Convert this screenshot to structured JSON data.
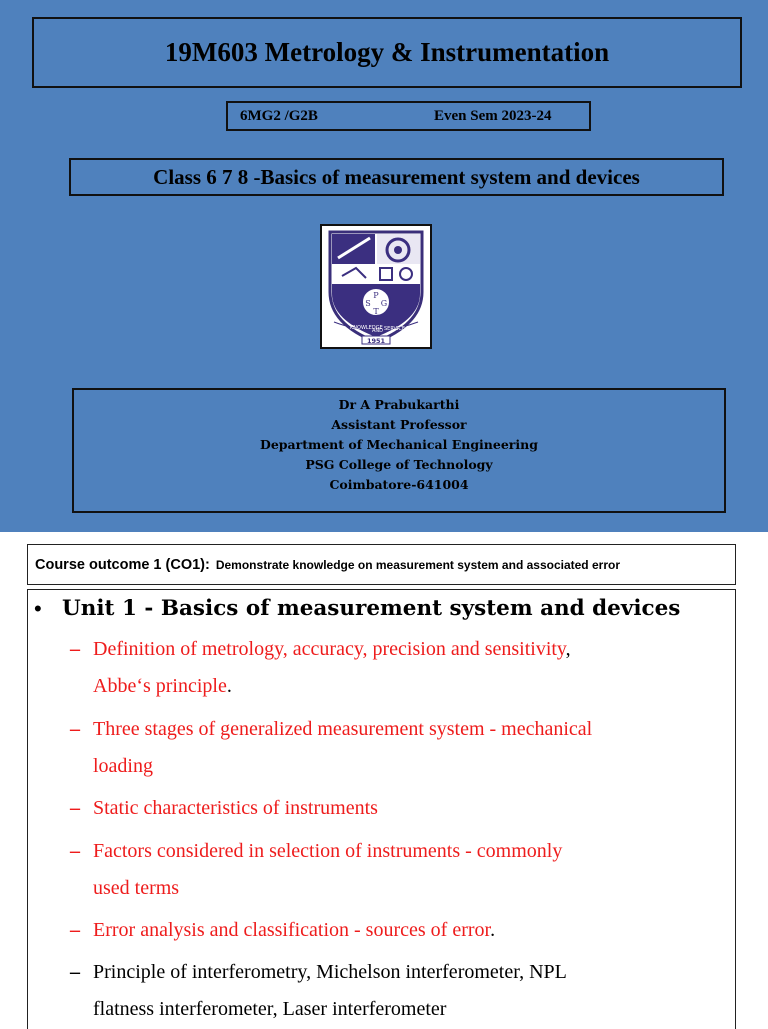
{
  "slide1": {
    "title": "19M603 Metrology & Instrumentation",
    "batch": "6MG2 /G2B",
    "semester": "Even Sem 2023-24",
    "class_title": "Class 6 7 8 -Basics of measurement system and devices",
    "logo": {
      "motto_left": "KNOWLEDGE",
      "motto_mid": "AND",
      "motto_right": "SERVICE",
      "year": "1951",
      "monogram_letters": [
        "P",
        "S",
        "G",
        "T"
      ]
    },
    "author": {
      "name": "Dr A Prabukarthi",
      "designation": "Assistant Professor",
      "department": "Department of Mechanical Engineering",
      "college": "PSG College of Technology",
      "city": "Coimbatore-641004"
    },
    "colors": {
      "background": "#4f81bd"
    }
  },
  "slide2": {
    "course_outcome_label": "Course outcome 1 (CO1):",
    "course_outcome_desc": "Demonstrate knowledge on measurement system and associated error",
    "bullet": "•",
    "unit_heading": "Unit 1 - Basics of measurement system and devices",
    "items": [
      {
        "dash": "–",
        "text": "Definition of metrology, accuracy, precision and sensitivity",
        "tail": ",",
        "line2": "Abbe‘s principle",
        "line2_tail": "."
      },
      {
        "dash": "–",
        "text": "Three stages of generalized measurement system - mechanical",
        "line2": "loading"
      },
      {
        "dash": "–",
        "text": "Static characteristics of instruments"
      },
      {
        "dash": "–",
        "text": "Factors considered in selection of instruments - commonly",
        "line2": "used terms"
      },
      {
        "dash": "–",
        "text": "Error analysis and classification - sources of error",
        "tail": "."
      },
      {
        "dash": "–",
        "text": "Principle of interferometry, Michelson interferometer, NPL",
        "line2": "flatness interferometer, Laser interferometer"
      }
    ],
    "colors": {
      "highlight": "#ee1c1c",
      "normal": "#000000"
    }
  }
}
